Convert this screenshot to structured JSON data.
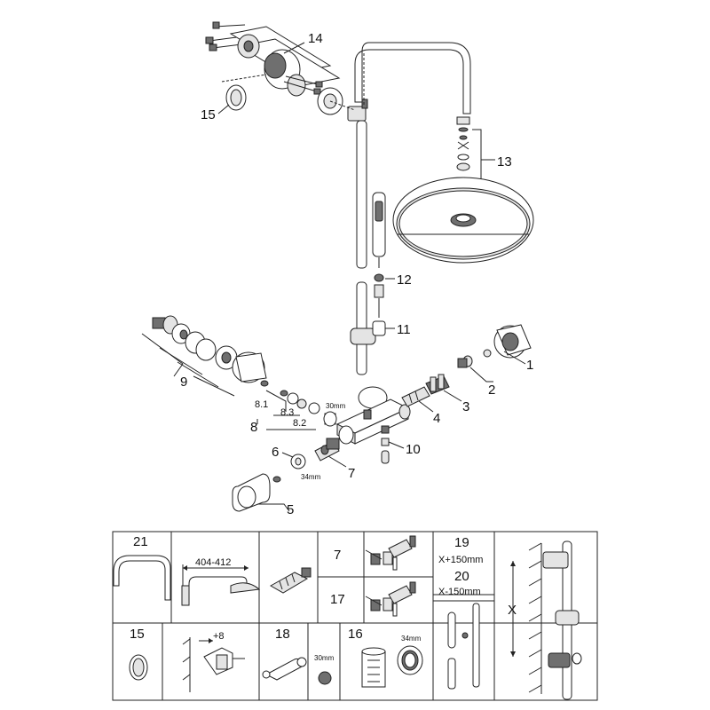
{
  "callouts": {
    "c1": "1",
    "c2": "2",
    "c3": "3",
    "c4": "4",
    "c5": "5",
    "c6": "6",
    "c7": "7",
    "c8": "8",
    "c8_1": "8.1",
    "c8_2": "8.2",
    "c8_3": "8.3",
    "c9": "9",
    "c10": "10",
    "c11": "11",
    "c12": "12",
    "c13": "13",
    "c14": "14",
    "c15": "15",
    "size_30": "30mm",
    "size_34": "34mm"
  },
  "table": {
    "p21": "21",
    "dim_404": "404-412",
    "p7": "7",
    "p17": "17",
    "p19": "19",
    "x_plus": "X+150mm",
    "p20": "20",
    "x_minus": "X-150mm",
    "x_label": "X",
    "p15": "15",
    "plus8": "+8",
    "p18": "18",
    "size_30": "30mm",
    "p16": "16",
    "size_34": "34mm"
  }
}
